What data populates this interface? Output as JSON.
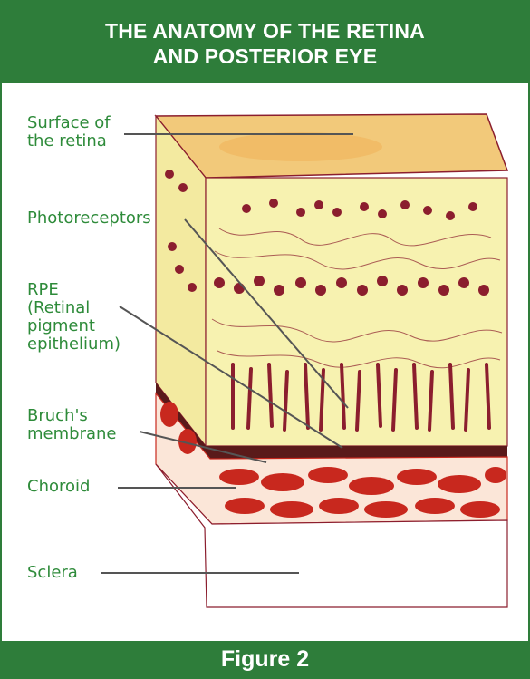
{
  "title": {
    "line1": "THE ANATOMY OF THE RETINA",
    "line2": "AND POSTERIOR EYE"
  },
  "labels": {
    "surface_line1": "Surface of",
    "surface_line2": "the retina",
    "photoreceptors": "Photoreceptors",
    "rpe_line1": "RPE",
    "rpe_line2": "(Retinal",
    "rpe_line3": "pigment",
    "rpe_line4": "epithelium)",
    "bruch_line1": "Bruch's",
    "bruch_line2": "membrane",
    "choroid": "Choroid",
    "sclera": "Sclera"
  },
  "footer": "Figure 2",
  "colors": {
    "frame_green": "#2e7d3a",
    "label_green": "#2e8b3a",
    "retina_yellow": "#f7f2b0",
    "cell_red": "#8b1e2e",
    "choroid_red": "#c8281e",
    "leader_gray": "#555555"
  }
}
